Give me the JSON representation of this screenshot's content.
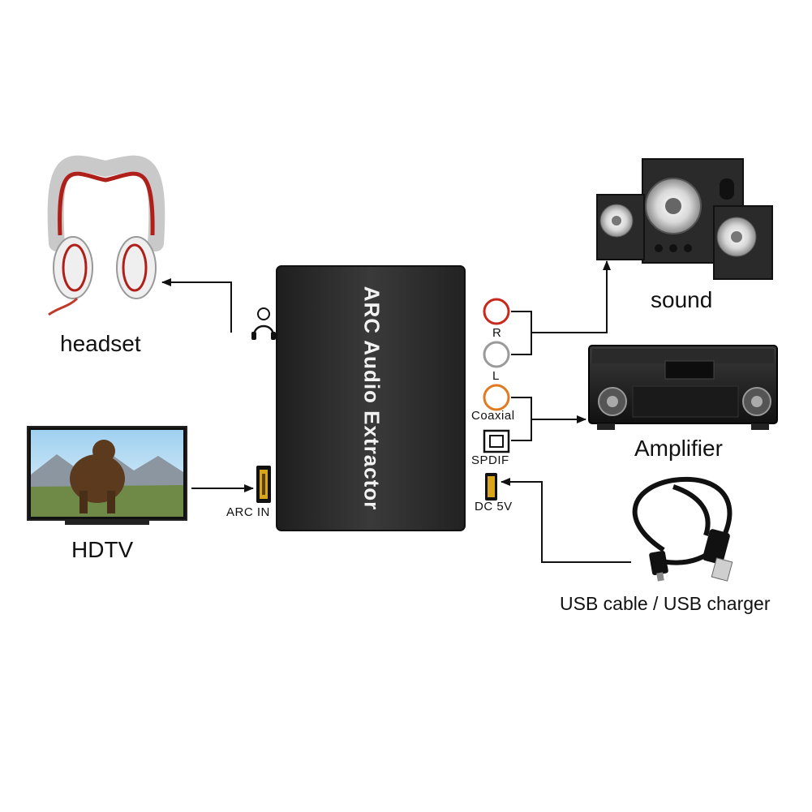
{
  "device": {
    "title": "ARC Audio Extractor"
  },
  "devices": {
    "headset": "headset",
    "hdtv": "HDTV",
    "sound": "sound",
    "amplifier": "Amplifier",
    "usb": "USB cable / USB charger"
  },
  "ports": {
    "arc_in": "ARC IN",
    "r": "R",
    "l": "L",
    "coaxial": "Coaxial",
    "spdif": "SPDIF",
    "dc": "DC 5V"
  },
  "icons": {
    "headset": "headphones-icon",
    "tv": "tv-icon",
    "speakers": "speaker-system-icon",
    "amplifier": "amplifier-icon",
    "usb": "usb-cable-icon"
  },
  "colors": {
    "box": "#2b2b2b",
    "r_port": "#c8281e",
    "l_port": "#9a9a9a",
    "coaxial_port": "#e07a1f",
    "hdmi_port": "#d9a51a",
    "arrow": "#111111"
  }
}
